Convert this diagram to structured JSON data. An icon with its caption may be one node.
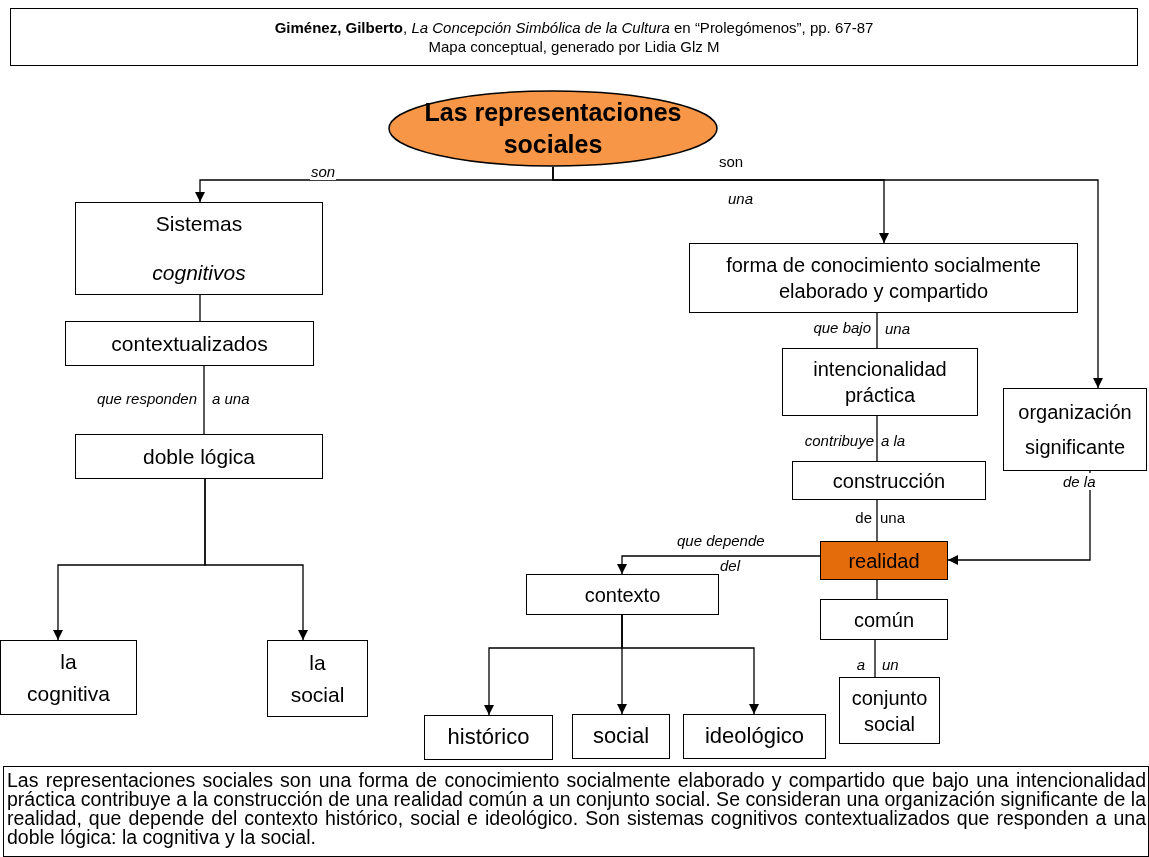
{
  "diagram": {
    "nodes": [
      {
        "text": [
          "**Giménez, Gilberto**, *La Concepción Simbólica  de la Cultura* en “Prolegómenos”, pp. 67-87",
          "Mapa conceptual, generado por Lidia Glz M"
        ]
      },
      {
        "text": [
          "Las representaciones sociales"
        ]
      },
      {
        "text": [
          "Sistemas *cognitivos*"
        ]
      },
      {
        "text": [
          "contextualizados"
        ]
      },
      {
        "text": [
          "doble lógica"
        ]
      },
      {
        "text": [
          "la cognitiva"
        ]
      },
      {
        "text": [
          "la social"
        ]
      },
      {
        "text": [
          "forma de conocimiento socialmente elaborado y compartido"
        ]
      },
      {
        "text": [
          "intencionalidad práctica"
        ]
      },
      {
        "text": [
          "organización significante"
        ]
      },
      {
        "text": [
          "construcción"
        ]
      },
      {
        "text": [
          "realidad"
        ]
      },
      {
        "text": [
          "contexto"
        ]
      },
      {
        "text": [
          "común"
        ]
      },
      {
        "text": [
          "histórico"
        ]
      },
      {
        "text": [
          "social"
        ]
      },
      {
        "text": [
          "ideológico"
        ]
      },
      {
        "text": [
          "conjunto social"
        ]
      },
      {
        "text": [
          "Las representaciones sociales son una forma de conocimiento socialmente elaborado y compartido que bajo una intencionalidad práctica contribuye a la construcción de una realidad común a un conjunto social. Se consideran una organización significante de la realidad, que depende del contexto histórico, social e ideológico. Son sistemas cognitivos contextualizados que responden a una doble lógica: la cognitiva y la social."
        ]
      }
    ],
    "edges": [
      {
        "from": 1,
        "to": 2,
        "arrow": "to",
        "label": "son"
      },
      {
        "from": 1,
        "to": 7,
        "arrow": "to",
        "label": "son"
      },
      {
        "from": 1,
        "to": 9,
        "arrow": "to"
      },
      {
        "from": 2,
        "to": 3,
        "arrow": "none"
      },
      {
        "from": 3,
        "to": 4,
        "arrow": "none",
        "label": "que responden"
      },
      {
        "from": 4,
        "to": 5,
        "arrow": "to"
      },
      {
        "from": 4,
        "to": 6,
        "arrow": "to"
      },
      {
        "from": 7,
        "to": 8,
        "arrow": "none",
        "label": "que bajo"
      },
      {
        "from": 8,
        "to": 10,
        "arrow": "none",
        "label": "contribuye"
      },
      {
        "from": 10,
        "to": 11,
        "arrow": "none",
        "label": "de"
      },
      {
        "from": 9,
        "to": 11,
        "arrow": "to",
        "label": "de la"
      },
      {
        "from": 11,
        "to": 12,
        "arrow": "to",
        "label": "que depende"
      },
      {
        "from": 11,
        "to": 13,
        "arrow": "none"
      },
      {
        "from": 12,
        "to": 14,
        "arrow": "to"
      },
      {
        "from": 12,
        "to": 15,
        "arrow": "to"
      },
      {
        "from": 12,
        "to": 16,
        "arrow": "to"
      },
      {
        "from": 13,
        "to": 17,
        "arrow": "none",
        "label": "a"
      }
    ],
    "labels": [
      "una",
      "una",
      "a una",
      "a la",
      "una",
      "del",
      "un"
    ]
  }
}
